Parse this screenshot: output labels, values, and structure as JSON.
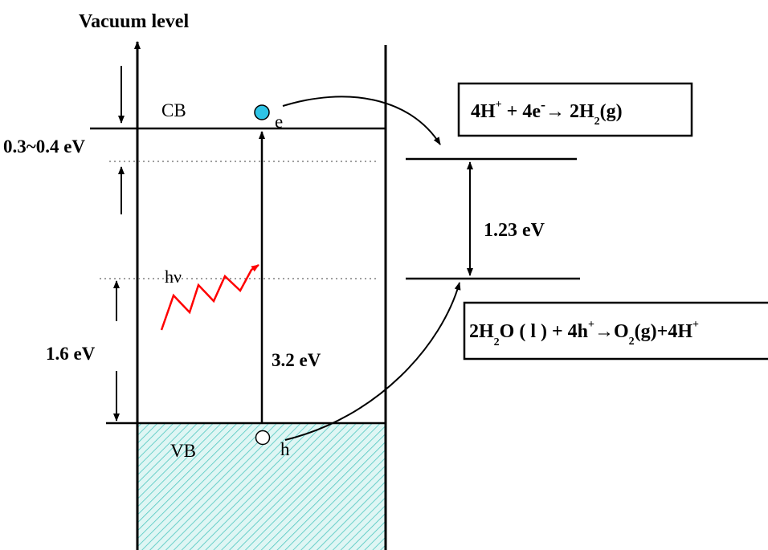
{
  "labels": {
    "vacuum": "Vacuum level",
    "cb": "CB",
    "vb": "VB",
    "electron": "e",
    "hole": "h",
    "photon": "hν",
    "offset": "0.3~0.4 eV",
    "vb_offset": "1.6 eV",
    "bandgap": "3.2 eV",
    "water_gap": "1.23 eV"
  },
  "equations": {
    "h2": {
      "coef1": "4H",
      "sup1": "+",
      "mid": " + 4e",
      "sup2": "-",
      "arrow": "→ ",
      "coef2": "2H",
      "sub1": "2",
      "tail": "(g)"
    },
    "o2": {
      "coef1": "2H",
      "sub1": "2",
      "part1": "O ( l )  + 4h",
      "sup1": "+",
      "arrow": "→",
      "part2": "O",
      "sub2": "2",
      "tail": "(g)+4H",
      "sup2": "+"
    }
  },
  "colors": {
    "electron": "#2ec4e6",
    "photon": "#ff0000",
    "vb_fill": "#dff6f4",
    "hatch": "#4fc7c0"
  }
}
